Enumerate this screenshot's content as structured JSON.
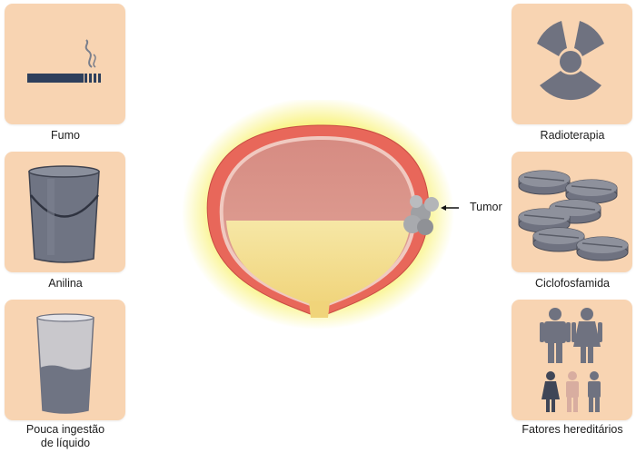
{
  "left_factors": [
    {
      "label": "Fumo",
      "icon": "cigarette-icon"
    },
    {
      "label": "Anilina",
      "icon": "bucket-icon"
    },
    {
      "label": "Pouca ingestão de líquido",
      "label_line1": "Pouca ingestão",
      "label_line2": "de líquido",
      "icon": "glass-icon"
    }
  ],
  "right_factors": [
    {
      "label": "Radioterapia",
      "icon": "radiation-icon"
    },
    {
      "label": "Ciclofosfamida",
      "icon": "pills-icon"
    },
    {
      "label": "Fatores hereditários",
      "icon": "family-icon"
    }
  ],
  "bladder": {
    "tumor_label": "Tumor"
  },
  "colors": {
    "card_background": "#f8d4b2",
    "icon_gray": "#6f7280",
    "bladder_wall": "#e8675a",
    "bladder_upper": "#d99088",
    "urine": "#f3d87a",
    "glow": "#f7ef5a"
  }
}
